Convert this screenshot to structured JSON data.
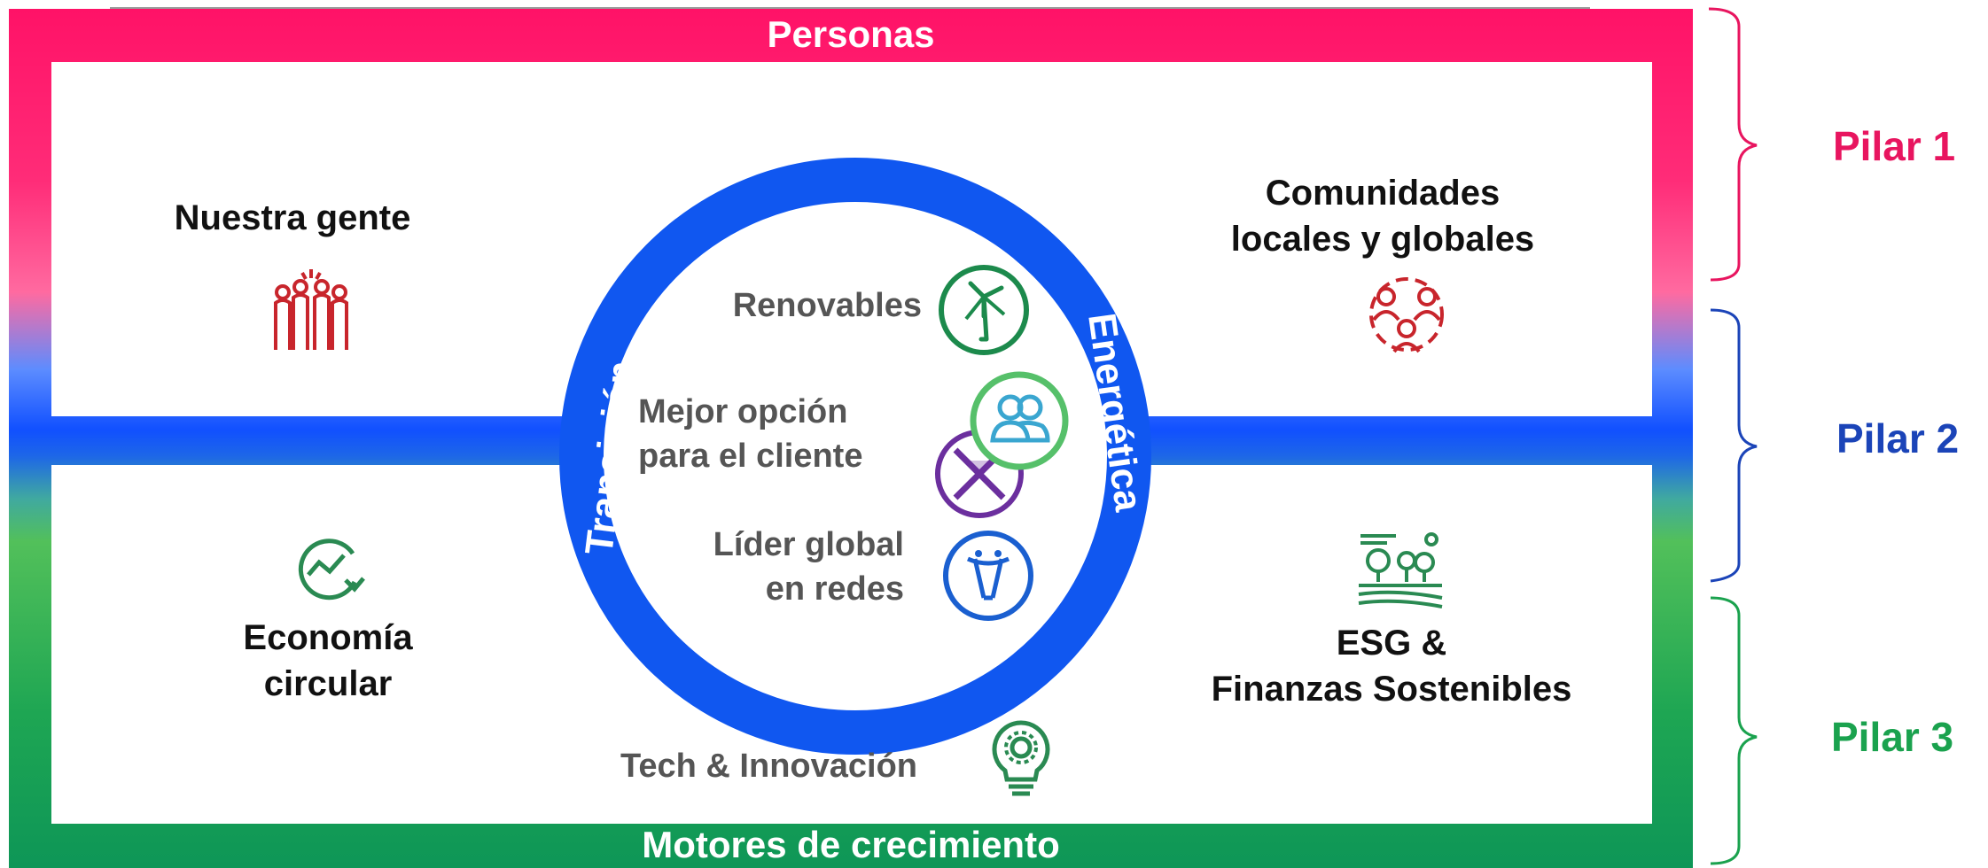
{
  "top_label": "Personas",
  "bottom_label": "Motores de crecimiento",
  "left_top": "Nuestra gente",
  "right_top": [
    "Comunidades",
    "locales y globales"
  ],
  "left_bottom": [
    "Economía",
    "circular"
  ],
  "right_bottom": [
    "ESG &",
    "Finanzas Sostenibles"
  ],
  "ring_left": "Transición",
  "ring_right": "Energética",
  "center_items": {
    "renovables": "Renovables",
    "mejor_opcion": [
      "Mejor opción",
      "para el cliente"
    ],
    "lider": [
      "Líder global",
      "en redes"
    ]
  },
  "tech": "Tech & Innovación",
  "pilares": [
    {
      "label": "Pilar 1",
      "color": "#e8155f"
    },
    {
      "label": "Pilar 2",
      "color": "#1b44b8"
    },
    {
      "label": "Pilar 3",
      "color": "#1aa24e"
    }
  ],
  "colors": {
    "ring": "#1057f0",
    "pink": "#ff1267",
    "blue": "#1150ff",
    "green": "#0e9657",
    "icon_red": "#c8252c",
    "icon_green": "#2a8a52"
  },
  "icons": [
    "people-cheering-icon",
    "community-network-icon",
    "wind-turbine-icon",
    "customers-icon",
    "grid-tower-icon",
    "circular-economy-icon",
    "sustainable-finance-icon",
    "lightbulb-gear-icon"
  ]
}
